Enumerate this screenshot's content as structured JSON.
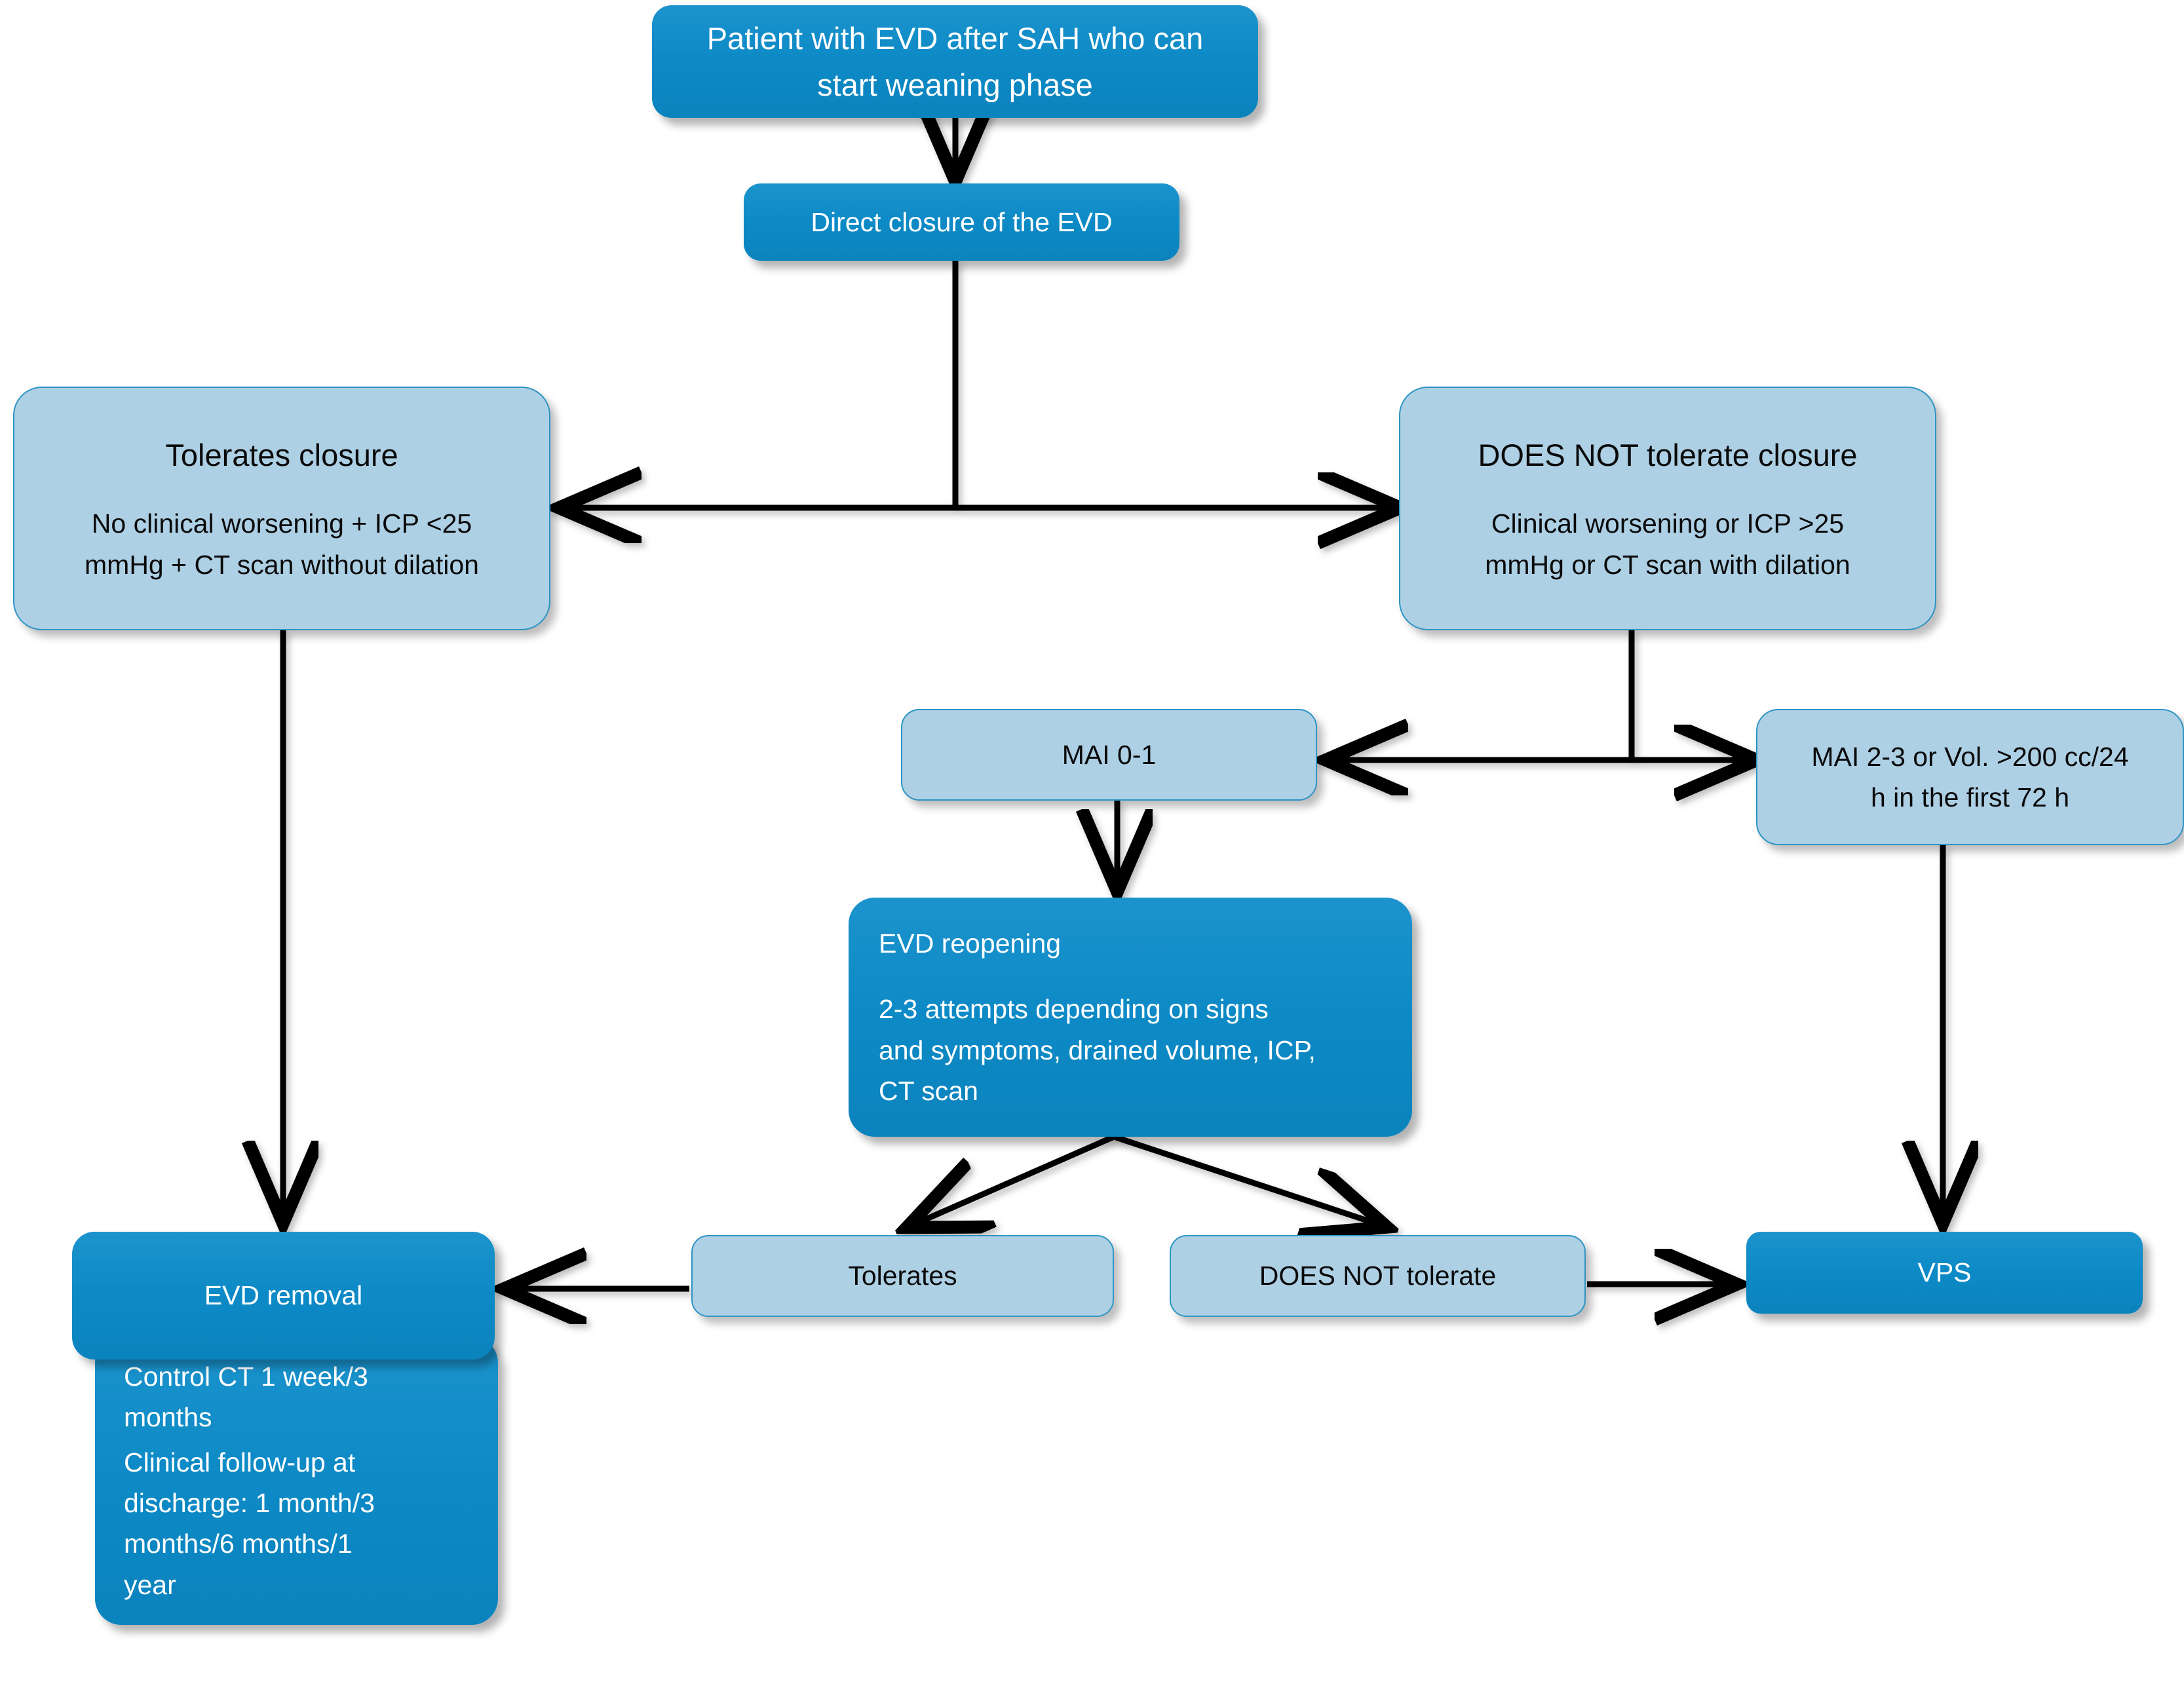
{
  "diagram": {
    "title": "EVD weaning after SAH algorithm",
    "colors": {
      "dark_fill": "#0d8ac6",
      "light_fill": "#aed0e5",
      "light_border": "#2e94c4",
      "edge": "#000000",
      "dark_text": "#ffffff",
      "light_text": "#0a0a0a",
      "background": "#ffffff"
    }
  },
  "nodes": {
    "start": {
      "line1": "Patient with EVD after SAH who can",
      "line2": "start weaning phase"
    },
    "direct_closure": {
      "line1": "Direct closure of the EVD"
    },
    "tolerates_closure": {
      "title": "Tolerates closure",
      "line1": "No clinical worsening + ICP <25",
      "line2": "mmHg + CT scan without dilation"
    },
    "not_tolerates_closure": {
      "title": "DOES NOT tolerate closure",
      "line1": "Clinical worsening or ICP >25",
      "line2": "mmHg or CT scan with dilation"
    },
    "mai_0_1": {
      "line1": "MAI 0-1"
    },
    "mai_2_3": {
      "line1": "MAI 2-3 or Vol. >200 cc/24",
      "line2": "h in the first 72 h"
    },
    "evd_reopening": {
      "title": "EVD reopening",
      "line1": "2-3 attempts depending on signs",
      "line2": "and symptoms, drained volume, ICP,",
      "line3": "CT scan"
    },
    "evd_removal": {
      "line1": "EVD removal"
    },
    "control_ct": {
      "line1": "Control CT 1 week/3",
      "line2": "months",
      "line3": "Clinical follow-up at",
      "line4": "discharge: 1 month/3",
      "line5": "months/6 months/1",
      "line6": "year"
    },
    "tolerates": {
      "line1": "Tolerates"
    },
    "not_tolerate": {
      "line1": "DOES NOT tolerate"
    },
    "vps": {
      "line1": "VPS"
    }
  },
  "edges": [
    {
      "name": "start-to-direct-closure",
      "from": "start",
      "to": "direct_closure",
      "style": "arrow-down"
    },
    {
      "name": "direct-closure-split-left",
      "from": "direct_closure",
      "to": "tolerates_closure",
      "style": "elbow-arrow-left"
    },
    {
      "name": "direct-closure-split-right",
      "from": "direct_closure",
      "to": "not_tolerates_closure",
      "style": "elbow-arrow-right"
    },
    {
      "name": "tolerates-closure-to-evd-removal",
      "from": "tolerates_closure",
      "to": "evd_removal",
      "style": "arrow-down"
    },
    {
      "name": "not-tolerates-split-left",
      "from": "not_tolerates_closure",
      "to": "mai_0_1",
      "style": "elbow-arrow-left"
    },
    {
      "name": "not-tolerates-split-right",
      "from": "not_tolerates_closure",
      "to": "mai_2_3",
      "style": "elbow-arrow-right"
    },
    {
      "name": "mai-0-1-to-evd-reopening",
      "from": "mai_0_1",
      "to": "evd_reopening",
      "style": "arrow-down"
    },
    {
      "name": "mai-2-3-to-vps",
      "from": "mai_2_3",
      "to": "vps",
      "style": "arrow-down"
    },
    {
      "name": "evd-reopening-to-tolerates",
      "from": "evd_reopening",
      "to": "tolerates",
      "style": "diagonal-arrow"
    },
    {
      "name": "evd-reopening-to-not-tolerate",
      "from": "evd_reopening",
      "to": "not_tolerate",
      "style": "diagonal-arrow"
    },
    {
      "name": "tolerates-to-evd-removal",
      "from": "tolerates",
      "to": "evd_removal",
      "style": "arrow-left"
    },
    {
      "name": "not-tolerate-to-vps",
      "from": "not_tolerate",
      "to": "vps",
      "style": "arrow-right"
    }
  ]
}
